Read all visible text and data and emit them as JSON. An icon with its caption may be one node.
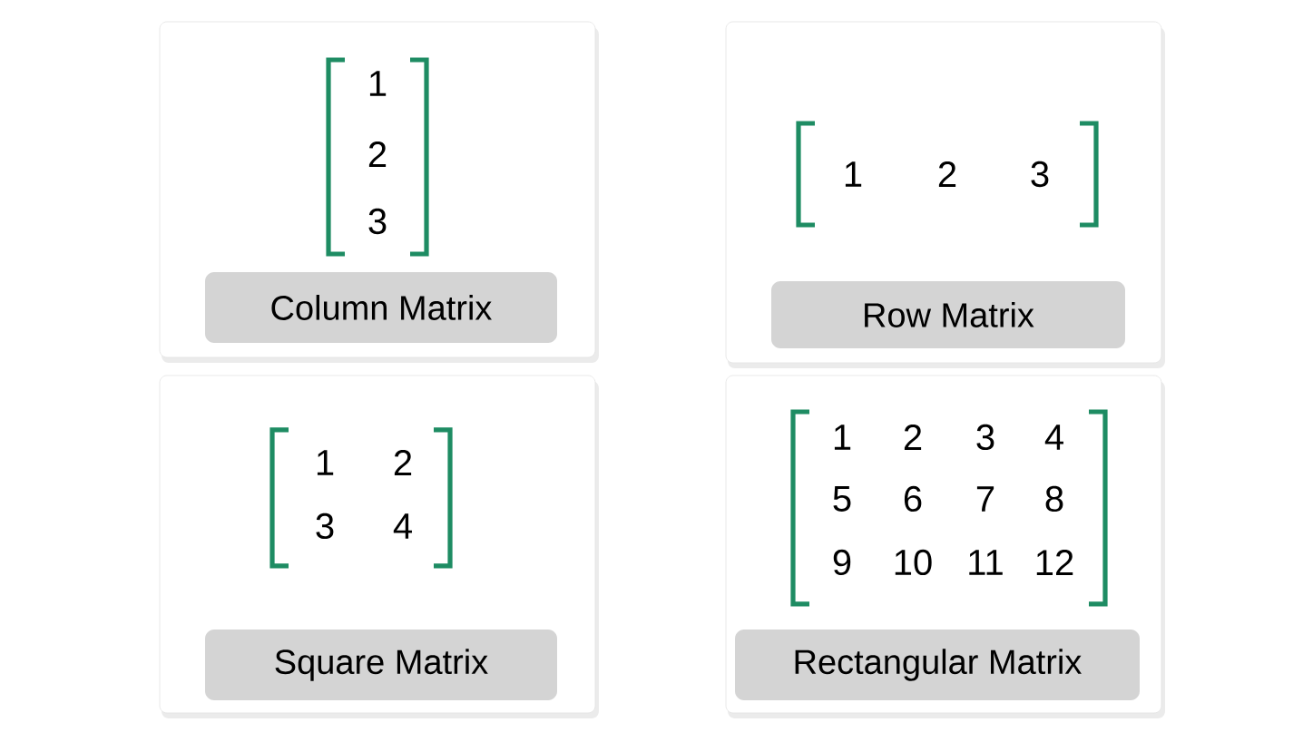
{
  "diagram": {
    "nodes": [
      {
        "text": [],
        "shape": "box"
      },
      {
        "text": [
          "1",
          "2",
          "3"
        ],
        "in": 0
      },
      {
        "text": [
          "Column Matrix"
        ],
        "in": 0
      },
      {
        "text": [],
        "shape": "box"
      },
      {
        "text": [
          "1",
          "2",
          "3"
        ],
        "in": 3
      },
      {
        "text": [
          "Row Matrix"
        ],
        "in": 3
      },
      {
        "text": [],
        "shape": "box"
      },
      {
        "text": [
          "1",
          "2",
          "3",
          "4"
        ],
        "in": 6
      },
      {
        "text": [
          "Square Matrix"
        ],
        "in": 6
      },
      {
        "text": [],
        "shape": "box"
      },
      {
        "text": [
          "1",
          "2",
          "3",
          "4",
          "5",
          "6",
          "7",
          "8",
          "9",
          "10",
          "11",
          "12"
        ],
        "in": 9
      },
      {
        "text": [
          "Rectangular Matrix"
        ],
        "in": 9
      }
    ]
  }
}
